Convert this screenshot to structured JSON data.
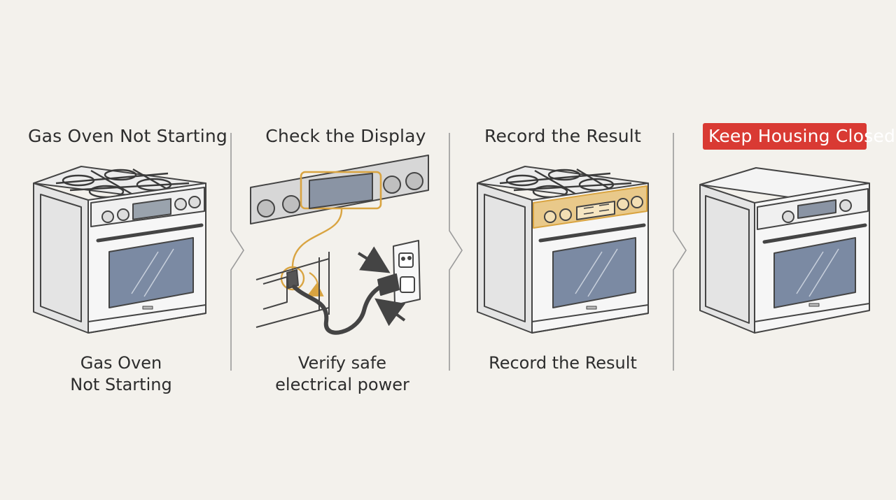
{
  "panels": [
    {
      "id": "gas-oven-not-starting",
      "title": "Gas Oven Not Starting",
      "caption_lines": [
        "Gas Oven",
        "Not Starting"
      ]
    },
    {
      "id": "check-the-display",
      "title": "Check the Display",
      "caption_lines": [
        "Verify safe",
        "electrical power"
      ]
    },
    {
      "id": "record-the-result",
      "title": "Record the Result",
      "caption_lines": [
        "Record the Result"
      ]
    },
    {
      "id": "keep-housing-closed",
      "title": "Keep Housing Closed",
      "caption_lines": [],
      "title_style": "alert"
    }
  ],
  "colors": {
    "background": "#f3f1ec",
    "line": "#444444",
    "window": "#7b8aa3",
    "highlight": "#d9a441",
    "alert": "#d93a33"
  }
}
